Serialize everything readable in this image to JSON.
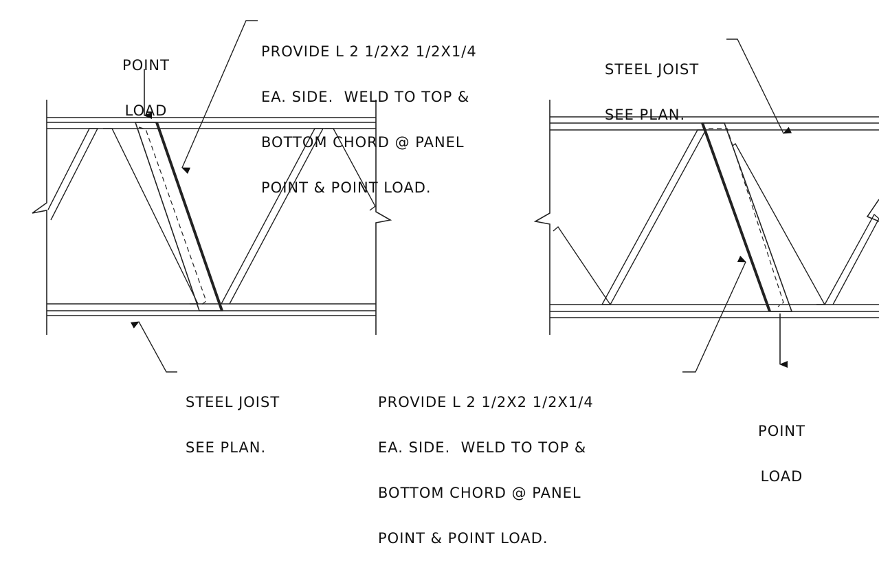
{
  "left_detail": {
    "load_label": [
      "POINT",
      "LOAD"
    ],
    "angle_note": [
      "PROVIDE L 2 1/2X2 1/2X1/4",
      "EA. SIDE.  WELD TO TOP &",
      "BOTTOM CHORD @ PANEL",
      "POINT & POINT LOAD."
    ],
    "joist_note": [
      "STEEL JOIST",
      "SEE PLAN."
    ]
  },
  "right_detail": {
    "joist_note": [
      "STEEL JOIST",
      "SEE PLAN."
    ],
    "angle_note": [
      "PROVIDE L 2 1/2X2 1/2X1/4",
      "EA. SIDE.  WELD TO TOP &",
      "BOTTOM CHORD @ PANEL",
      "POINT & POINT LOAD."
    ],
    "load_label": [
      "POINT",
      "LOAD"
    ]
  }
}
